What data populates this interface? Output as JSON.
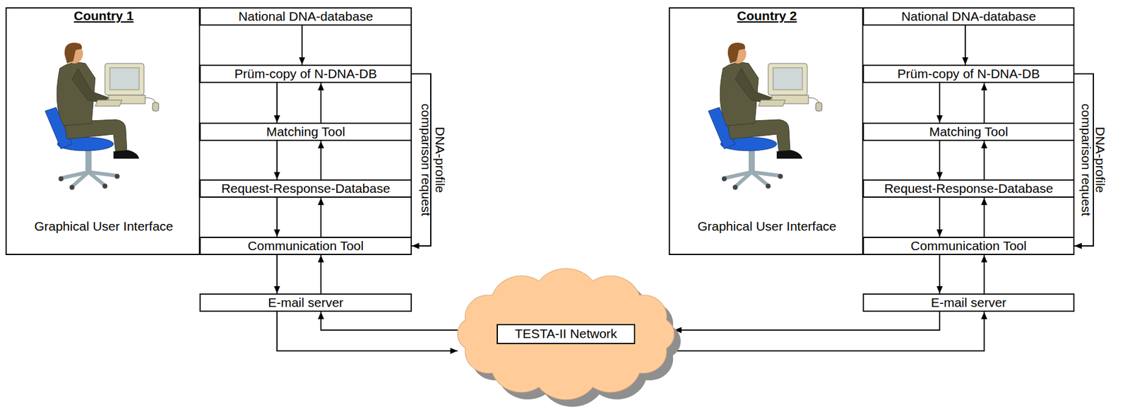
{
  "diagram": {
    "nodes": [
      {
        "text": [
          "Country 1",
          "Graphical User Interface"
        ]
      },
      {
        "text": [
          "National DNA-database"
        ],
        "in": 0
      },
      {
        "text": [
          "Prüm-copy of N-DNA-DB"
        ],
        "in": 0
      },
      {
        "text": [
          "Matching Tool"
        ],
        "in": 0
      },
      {
        "text": [
          "Request-Response-Database"
        ],
        "in": 0
      },
      {
        "text": [
          "Communication Tool"
        ],
        "in": 0
      },
      {
        "text": [
          "E-mail server"
        ]
      },
      {
        "text": [
          "TESTA-II Network"
        ]
      },
      {
        "text": [
          "Country 2",
          "Graphical User Interface"
        ]
      },
      {
        "text": [
          "National DNA-database"
        ],
        "in": 8
      },
      {
        "text": [
          "Prüm-copy of N-DNA-DB"
        ],
        "in": 8
      },
      {
        "text": [
          "Matching Tool"
        ],
        "in": 8
      },
      {
        "text": [
          "Request-Response-Database"
        ],
        "in": 8
      },
      {
        "text": [
          "Communication Tool"
        ],
        "in": 8
      },
      {
        "text": [
          "E-mail server"
        ]
      }
    ],
    "edges": [
      {
        "from": 1,
        "to": 2,
        "arrow": "to"
      },
      {
        "from": 2,
        "to": 3,
        "arrow": "to"
      },
      {
        "from": 3,
        "to": 2,
        "arrow": "to"
      },
      {
        "from": 3,
        "to": 4,
        "arrow": "to"
      },
      {
        "from": 4,
        "to": 3,
        "arrow": "to"
      },
      {
        "from": 4,
        "to": 5,
        "arrow": "to"
      },
      {
        "from": 5,
        "to": 4,
        "arrow": "to"
      },
      {
        "from": 5,
        "to": 6,
        "arrow": "to"
      },
      {
        "from": 6,
        "to": 5,
        "arrow": "to"
      },
      {
        "from": 2,
        "to": 5,
        "label": "DNA-profile comparison request",
        "arrow": "to"
      },
      {
        "from": 6,
        "to": 7,
        "arrow": "to"
      },
      {
        "from": 7,
        "to": 6,
        "arrow": "to"
      },
      {
        "from": 9,
        "to": 10,
        "arrow": "to"
      },
      {
        "from": 10,
        "to": 11,
        "arrow": "to"
      },
      {
        "from": 11,
        "to": 10,
        "arrow": "to"
      },
      {
        "from": 11,
        "to": 12,
        "arrow": "to"
      },
      {
        "from": 12,
        "to": 11,
        "arrow": "to"
      },
      {
        "from": 12,
        "to": 13,
        "arrow": "to"
      },
      {
        "from": 13,
        "to": 12,
        "arrow": "to"
      },
      {
        "from": 13,
        "to": 14,
        "arrow": "to"
      },
      {
        "from": 14,
        "to": 13,
        "arrow": "to"
      },
      {
        "from": 10,
        "to": 13,
        "label": "DNA-profile comparison request",
        "arrow": "to"
      },
      {
        "from": 14,
        "to": 7,
        "arrow": "to"
      },
      {
        "from": 7,
        "to": 14,
        "arrow": "to"
      }
    ]
  }
}
